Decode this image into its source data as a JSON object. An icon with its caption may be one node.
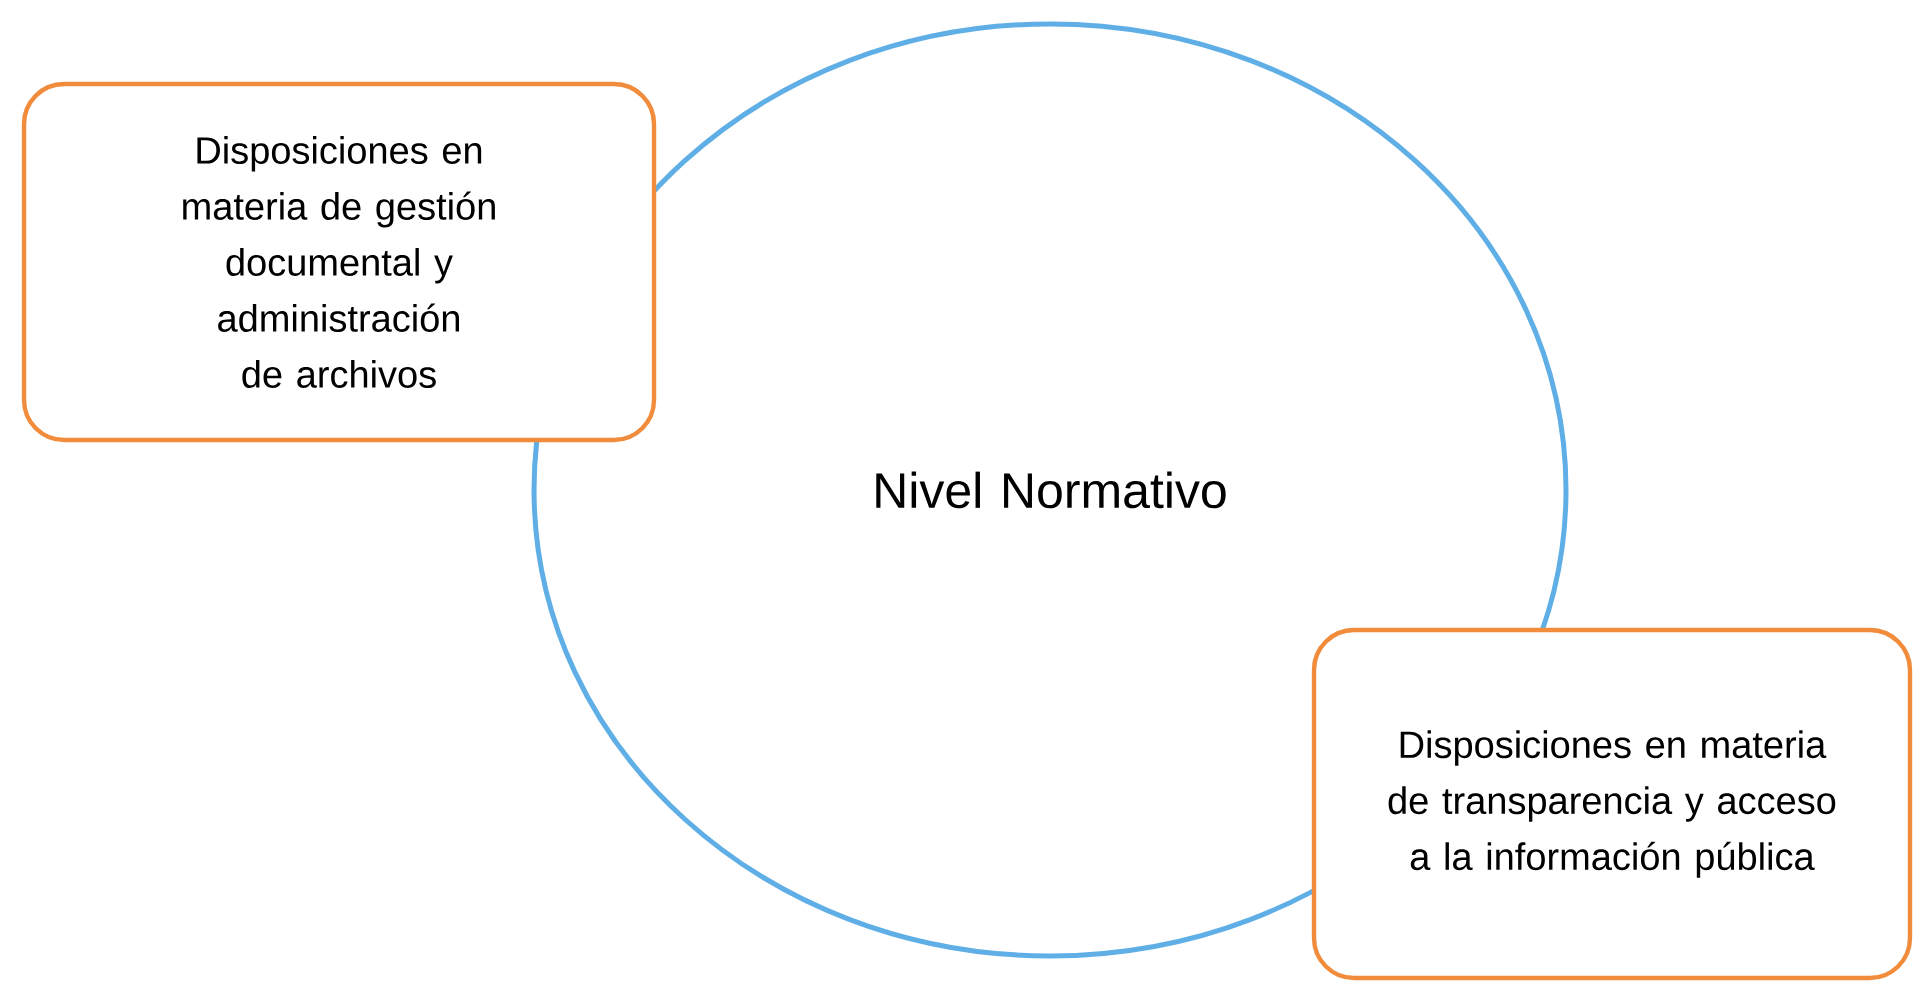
{
  "diagram": {
    "nodes": [
      {
        "text": [
          "Nivel Normativo"
        ]
      },
      {
        "text": [
          "Disposiciones en materia de gestión documental y administración de archivos"
        ]
      },
      {
        "text": [
          "Disposiciones en materia de transparencia y acceso a la información pública"
        ]
      }
    ]
  }
}
